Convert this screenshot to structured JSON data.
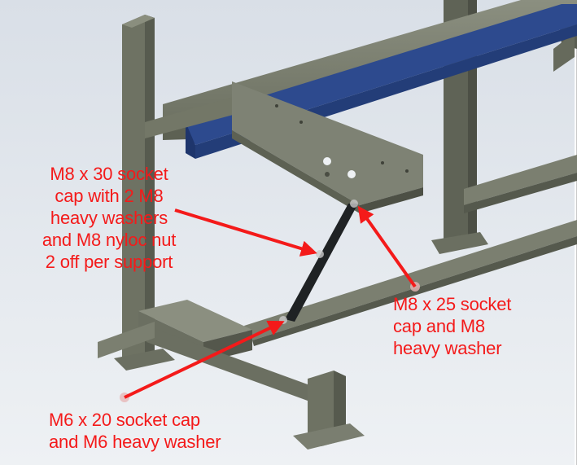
{
  "figure": {
    "background": "#e3e8ee",
    "steel_color": "#6e7263",
    "beam_color": "#2d4a8e",
    "strut_color": "#1f2224",
    "annotation_color": "#f41a1a"
  },
  "callouts": {
    "top_left": "M8 x 30 socket\ncap with 2 M8\nheavy washers\nand M8 nyloc nut\n2 off per support",
    "right": "M8 x 25 socket\ncap and M8\nheavy washer",
    "bottom": "M6 x 20 socket cap\nand M6 heavy washer"
  }
}
